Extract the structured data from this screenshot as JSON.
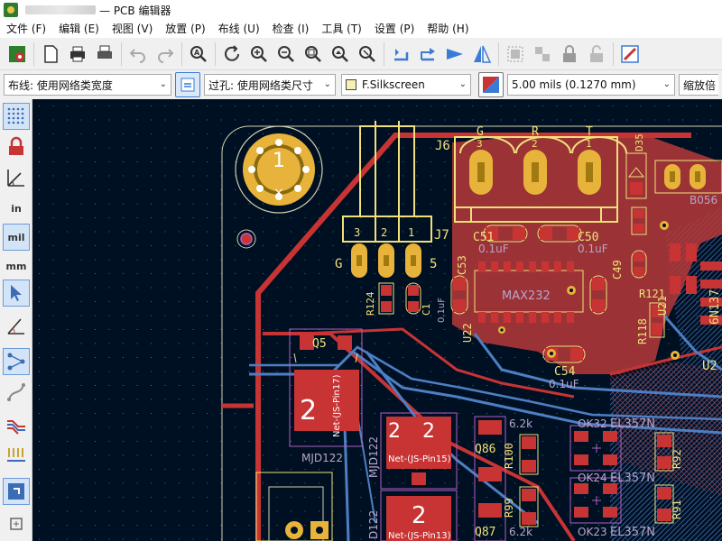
{
  "window": {
    "title": "— PCB 编辑器"
  },
  "menu": [
    "文件 (F)",
    "编辑 (E)",
    "视图 (V)",
    "放置 (P)",
    "布线 (U)",
    "检查 (I)",
    "工具 (T)",
    "设置 (P)",
    "帮助 (H)"
  ],
  "toolbar": {
    "icons": [
      "board-setup-icon",
      "save-icon",
      "page-settings-icon",
      "print-icon",
      "plot-icon",
      "undo-icon",
      "redo-icon",
      "find-icon",
      "refresh-icon",
      "zoom-in-icon",
      "zoom-out-icon",
      "zoom-fit-icon",
      "zoom-objects-icon",
      "zoom-selection-icon",
      "rotate-ccw-icon",
      "rotate-cw-icon",
      "flip-horizontal-icon",
      "flip-vertical-icon",
      "group-icon",
      "ungroup-icon",
      "lock-icon",
      "unlock-icon",
      "drc-icon"
    ]
  },
  "options": {
    "track": "布线: 使用网络类宽度",
    "via": "过孔: 使用网络类尺寸",
    "layer": "F.Silkscreen",
    "layer_color": "#f0e07a",
    "grid": "5.00 mils (0.1270 mm)",
    "zoom": "缩放倍"
  },
  "left_tools": {
    "units_in": "in",
    "units_mil": "mil",
    "units_mm": "mm"
  },
  "colors": {
    "background": "#001023",
    "copper_top": "#c83434",
    "copper_bottom": "#4d7fc4",
    "pad": "#e8b33a",
    "silkscreen": "#f0e07a",
    "outline": "#d0d0b0"
  },
  "pcb": {
    "mounting_hole_label": "1",
    "j7": {
      "ref": "J7",
      "pins": [
        "3",
        "2",
        "1"
      ],
      "g": "G",
      "five": "5"
    },
    "j6": {
      "ref": "J6",
      "pins": [
        "3",
        "2",
        "1"
      ],
      "letters": [
        "G",
        "R",
        "T"
      ]
    },
    "components": {
      "c51": "C51",
      "c51_val": "0.1uF",
      "c50": "C50",
      "c50_val": "0.1uF",
      "c53": "C53",
      "c53_val": "0.1uF",
      "c49": "C49",
      "c54": "C54",
      "c54_val": "0.1uF",
      "c1": "C1",
      "c1_val": "0.1uF",
      "r124": "R124",
      "r121": "R121",
      "r118": "R118",
      "u22": "U22",
      "max232": "MAX232",
      "d35": "D35",
      "q5": "Q5",
      "mjd1": "MJD122",
      "mjd2": "MJD122",
      "q86": "Q86",
      "d122": "D122",
      "q87": "Q87",
      "r100": "R100",
      "r99": "R99",
      "r92": "R92",
      "r91": "R91",
      "ok32": "OK32",
      "ok24": "OK24",
      "ok23": "OK23",
      "el1": "EL357N",
      "el2": "EL357N",
      "el3": "EL357N",
      "res_val": "6.2k",
      "u2": "U2",
      "six_n": "6N137",
      "b056": "B056",
      "u21": "U21"
    },
    "net_labels": {
      "q5_net": "Net-(JS-Pin17)",
      "q86_net": "Net-(JS-Pin15)",
      "q87_net": "Net-(JS-Pin13)",
      "pad_two": "2"
    }
  }
}
